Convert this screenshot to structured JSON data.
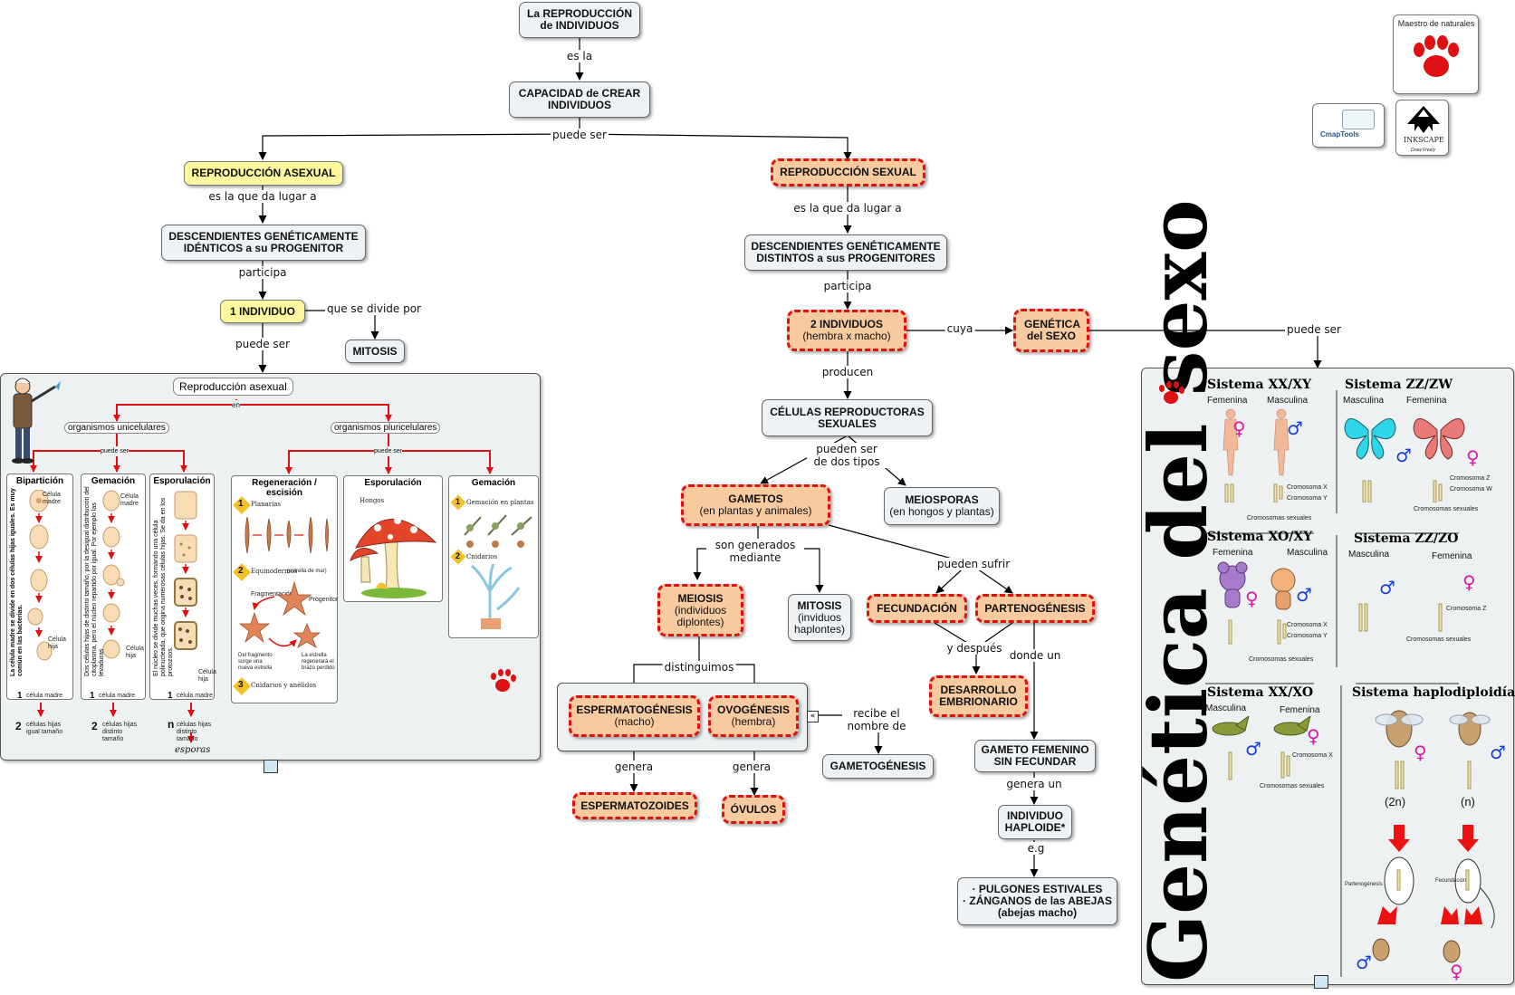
{
  "nodes": {
    "root": "La REPRODUCCIÓN de INDIVIDUOS",
    "capacidad": "CAPACIDAD de CREAR INDIVIDUOS",
    "asexual": "REPRODUCCIÓN ASEXUAL",
    "sexual": "REPRODUCCIÓN SEXUAL",
    "identicos": "DESCENDIENTES GENÉTICAMENTE IDÉNTICOS a su PROGENITOR",
    "distintos": "DESCENDIENTES GENÉTICAMENTE DISTINTOS a sus PROGENITORES",
    "un_individuo": "1 INDIVIDUO",
    "mitosis": "MITOSIS",
    "dos_individuos": "2 INDIVIDUOS",
    "dos_individuos_sub": "(hembra x macho)",
    "genetica_sexo": "GENÉTICA del SEXO",
    "celulas": "CÉLULAS REPRODUCTORAS SEXUALES",
    "gametos": "GAMETOS",
    "gametos_sub": "(en plantas y animales)",
    "meiosporas": "MEIOSPORAS",
    "meiosporas_sub": "(en hongos y plantas)",
    "meiosis": "MEIOSIS",
    "meiosis_sub": "(individuos diplontes)",
    "mitosis2": "MITOSIS",
    "mitosis2_sub": "(inviduos haplontes)",
    "fecundacion": "FECUNDACIÓN",
    "partenogenesis": "PARTENOGÉNESIS",
    "espermatogenesis": "ESPERMATOGÉNESIS",
    "espermatogenesis_sub": "(macho)",
    "ovogenesis": "OVOGÉNESIS",
    "ovogenesis_sub": "(hembra)",
    "gametogenesis": "GAMETOGÉNESIS",
    "desarrollo": "DESARROLLO EMBRIONARIO",
    "gameto_femenino": "GAMETO FEMENINO SIN FECUNDAR",
    "espermatozoides": "ESPERMATOZOIDES",
    "ovulos": "ÓVULOS",
    "haploide": "INDIVIDUO HAPLOIDE*",
    "pulgones_1": "· PULGONES ESTIVALES",
    "pulgones_2": "· ZÁNGANOS de las ABEJAS",
    "pulgones_3": "(abejas macho)"
  },
  "links": {
    "es_la": "es la",
    "puede_ser": "puede ser",
    "es_lugar_a1": "es la que da lugar a",
    "es_lugar_a2": "es la que da lugar a",
    "participa1": "participa",
    "participa2": "participa",
    "que_se_divide": "que se divide por",
    "puede_ser2": "puede ser",
    "cuya": "cuya",
    "puede_ser3": "puede ser",
    "producen": "producen",
    "pueden_ser": "pueden ser de dos tipos",
    "son_generados": "son generados mediante",
    "pueden_sufrir": "pueden sufrir",
    "distinguimos": "distinguimos",
    "recibe": "recibe el nombre de",
    "genera1": "genera",
    "genera2": "genera",
    "y_despues": "y después",
    "donde_un": "donde un",
    "genera_un": "genera un",
    "eg": "e.g"
  },
  "asexual_panel": {
    "title": "Reproducción asexual",
    "en": "en",
    "uni": "organismos unicelulares",
    "pluri": "organismos pluricelulares",
    "puede_ser_a": "puede ser",
    "puede_ser_b": "puede ser",
    "cols": {
      "biparticion": "Bipartición",
      "gemacion": "Gemación",
      "esporulacion": "Esporulación",
      "regeneracion": "Regeneración / escisión",
      "esporulacion2": "Esporulación",
      "gemacion2": "Gemación"
    },
    "texts": {
      "bip_v": "La célula madre se divide en dos células hijas iguales. Es muy común en las bacterias.",
      "gem_v": "Dos células hijas de distinto tamaño, por la desigual distribución del citoplasma, pero el núcleo repartido por igual. Por ejemplo las levaduras",
      "esp_v": "El núcleo se divide muchas veces, formando una célula polinucleada, que origina numerosas células hijas. Se da en los protozoos.",
      "celula_madre_a": "Célula madre",
      "celula_hija_a": "Célula hija",
      "celula_madre_b": "Célula madre",
      "celula_hija_b": "Célula hija",
      "celula_hija_c": "Célula hija",
      "uno_a": "1",
      "uno_a_t": "célula madre",
      "uno_b": "1",
      "uno_b_t": "célula madre",
      "uno_c": "1",
      "uno_c_t": "célula madre",
      "dos_a": "2",
      "dos_a_t": "células hijas igual tamaño",
      "dos_b": "2",
      "dos_b_t": "células hijas distinto tamaño",
      "n_c": "n",
      "n_c_t": "células hijas distinto tamaño",
      "esporas": "esporas",
      "planarias": "Planarias",
      "equinodermos": "Equinodermos",
      "equinodermos_sub": "(estrella de mar)",
      "fragmentacion": "Fragmentación",
      "progenitor": "Progenitor",
      "del_fragmento": "Del fragmento surge una nueva estrella",
      "la_estrella": "La estrella regenerará el brazo perdido",
      "cnidarios": "Cnidarios y anélidos",
      "hongos": "Hongos",
      "gemacion_plantas": "Gemación en plantas",
      "cnidarios2": "Cnidarios",
      "n1": "1",
      "n2": "2",
      "n3": "3",
      "m1": "1",
      "m2": "2"
    }
  },
  "sexo_panel": {
    "title": "Genética del sexo",
    "xx_xy": "Sistema XX/XY",
    "zz_zw": "Sistema ZZ/ZW",
    "xo_xy": "Sistema XO/XY",
    "zz_zo": "Sistema ZZ/ZO",
    "xx_xo": "Sistema XX/XO",
    "haplo": "Sistema haplodiploidía",
    "femenina_1": "Femenina",
    "masculina_1": "Masculina",
    "masculina_2": "Masculina",
    "femenina_2": "Femenina",
    "femenina_3": "Femenina",
    "masculina_3": "Masculina",
    "masculina_4": "Masculina",
    "femenina_4": "Femenina",
    "masculina_5": "Masculina",
    "femenina_5": "Femenina",
    "crom_x": "Cromosoma X",
    "crom_y": "Cromosoma Y",
    "crom_z": "Cromosoma Z",
    "crom_w": "Cromosoma W",
    "crom_x2": "Cromosoma X",
    "crom_y2": "Cromosoma Y",
    "crom_z2": "Cromosoma Z",
    "crom_x3": "Cromosoma X",
    "crom_sex_1": "Cromosomas sexuales",
    "crom_sex_2": "Cromosomas sexuales",
    "crom_sex_3": "Cromosomas sexuales",
    "crom_sex_4": "Cromosomas sexuales",
    "crom_sex_5": "Cromosomas sexuales",
    "two_n": "(2n)",
    "n": "(n)",
    "partenogenesis": "Partenogénesis",
    "fecundacion": "Fecundación"
  },
  "logos": {
    "maestro": "Maestro de naturales",
    "cmap": "CmapTools",
    "inkscape": "INKSCAPE",
    "inkscape_sub": "Draw Freely"
  },
  "colors": {
    "node_bg": "#eef2f4",
    "yellow": "#fdf7a0",
    "orange": "#f8caa0",
    "red_dash": "#dd1111",
    "female": "#d61aa8",
    "male": "#1a3fd6"
  }
}
